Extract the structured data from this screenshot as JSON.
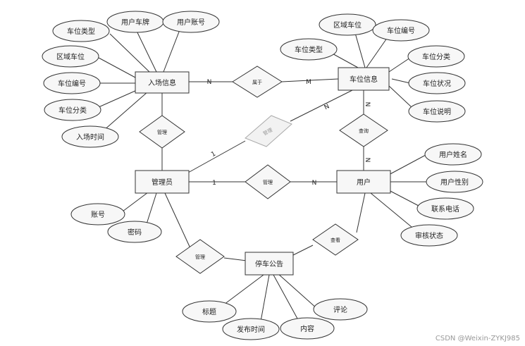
{
  "entities": {
    "entry": "入场信息",
    "space": "车位信息",
    "admin": "管理员",
    "user": "用户",
    "notice": "停车公告"
  },
  "relationships": {
    "belongs": "属于",
    "manage_space": "管理",
    "manage_entry": "管理",
    "manage_user": "管理",
    "query": "查询",
    "manage_notice": "管理",
    "view": "查看"
  },
  "attributes": {
    "entry": [
      "车位类型",
      "用户车牌",
      "用户账号",
      "区域车位",
      "车位编号",
      "车位分类",
      "入场时间"
    ],
    "space": [
      "区域车位",
      "车位编号",
      "车位类型",
      "车位分类",
      "车位状况",
      "车位说明"
    ],
    "admin": [
      "账号",
      "密码"
    ],
    "user": [
      "用户姓名",
      "用户性别",
      "联系电话",
      "审核状态"
    ],
    "notice": [
      "标题",
      "发布时间",
      "内容",
      "评论"
    ]
  },
  "cardinalities": {
    "entry_belongs": "N",
    "space_belongs": "M",
    "space_manage": "N",
    "admin_manage_space": "1",
    "space_query": "N",
    "user_query": "N",
    "admin_manage_user": "1",
    "user_manage": "N"
  },
  "watermark": "CSDN @Weixin-ZYKJ985"
}
